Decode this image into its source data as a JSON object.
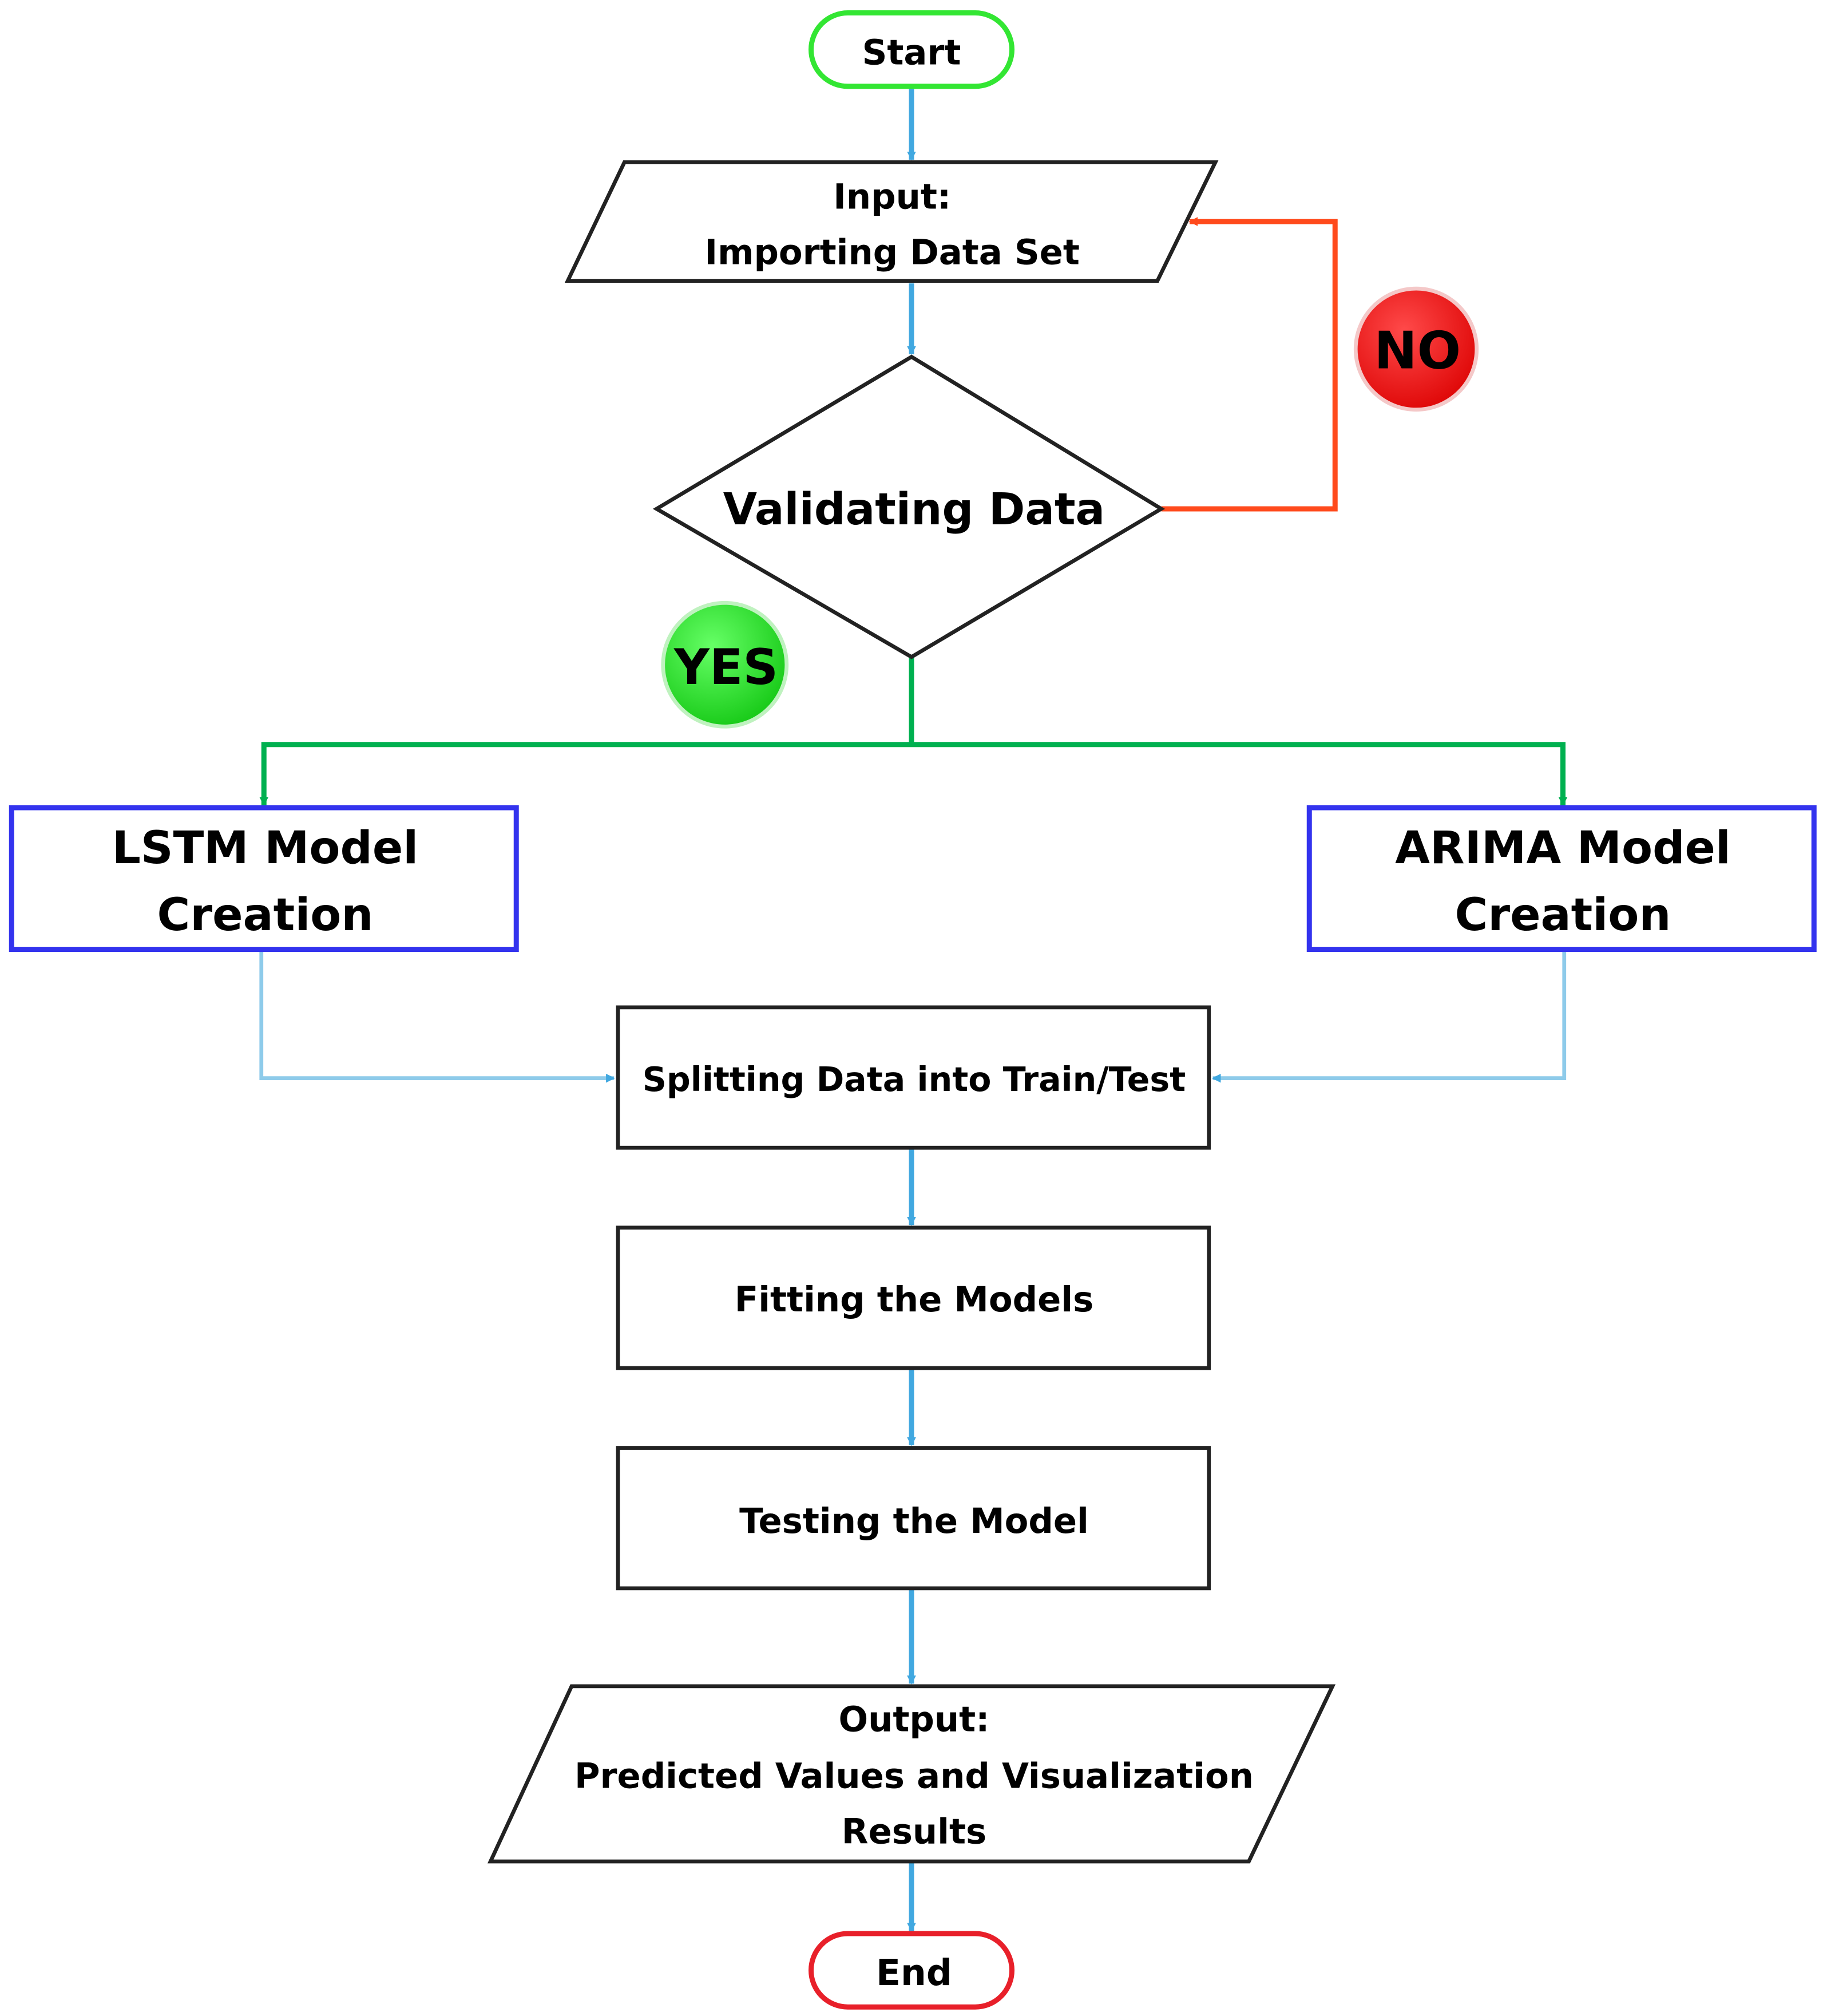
{
  "diagram": {
    "start_label": "Start",
    "input_heading": "Input:",
    "input_body": "Importing Data Set",
    "validate_label": "Validating Data",
    "no_label": "NO",
    "yes_label": "YES",
    "lstm_line1": "LSTM Model",
    "lstm_line2": "Creation",
    "arima_line1": "ARIMA Model",
    "arima_line2": "Creation",
    "split_label": "Splitting Data into Train/Test",
    "fit_label": "Fitting the Models",
    "test_label": "Testing the Model",
    "output_heading": "Output:",
    "output_line1": "Predicted Values and Visualization",
    "output_line2": "Results",
    "end_label": "End"
  },
  "colors": {
    "flow_arrow": "#41A8E0",
    "side_arrow": "#8ECBEA",
    "yes_path": "#00B050",
    "no_path": "#FF4A1C",
    "start_border": "#33E633",
    "end_border": "#E8202A",
    "model_border": "#3333EE",
    "yes_badge": "#22DD22",
    "no_badge": "#EE1111"
  }
}
